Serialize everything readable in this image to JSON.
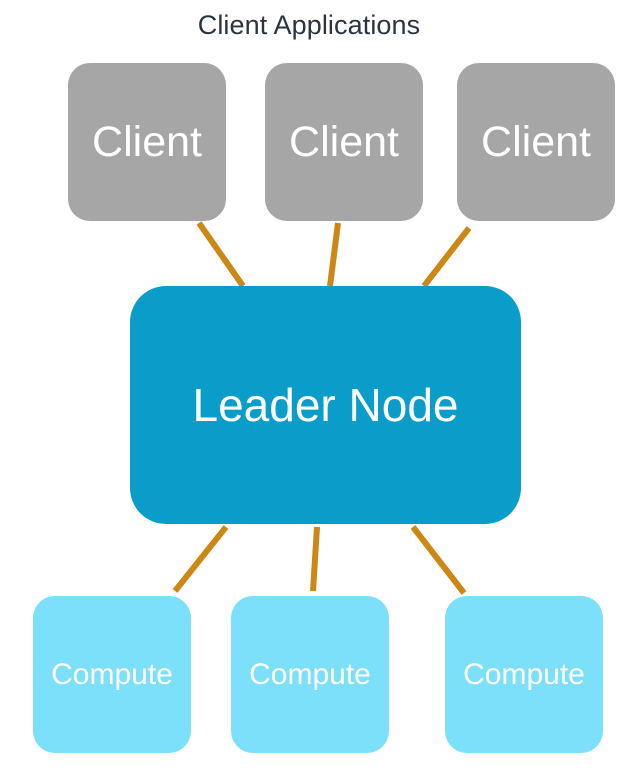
{
  "diagram": {
    "title": "Client Applications",
    "title_color": "#2b3441",
    "background": "#ffffff",
    "type": "architecture-diagram",
    "tiers": {
      "clients": {
        "heading": "Client Applications",
        "color": "#a6a6a6",
        "label_color": "#ffffff",
        "nodes": [
          {
            "label": "Client"
          },
          {
            "label": "Client"
          },
          {
            "label": "Client"
          }
        ]
      },
      "leader": {
        "color": "#0b9dc9",
        "label_color": "#ffffff",
        "nodes": [
          {
            "label": "Leader Node"
          }
        ]
      },
      "compute": {
        "color": "#7de0fb",
        "label_color": "#ffffff",
        "nodes": [
          {
            "label": "Compute"
          },
          {
            "label": "Compute"
          },
          {
            "label": "Compute"
          }
        ]
      }
    },
    "edges": {
      "color": "#cc8715",
      "width": 6,
      "connections": [
        {
          "from": "Client 1",
          "to": "Leader Node"
        },
        {
          "from": "Client 2",
          "to": "Leader Node"
        },
        {
          "from": "Client 3",
          "to": "Leader Node"
        },
        {
          "from": "Leader Node",
          "to": "Compute 1"
        },
        {
          "from": "Leader Node",
          "to": "Compute 2"
        },
        {
          "from": "Leader Node",
          "to": "Compute 3"
        }
      ]
    }
  }
}
